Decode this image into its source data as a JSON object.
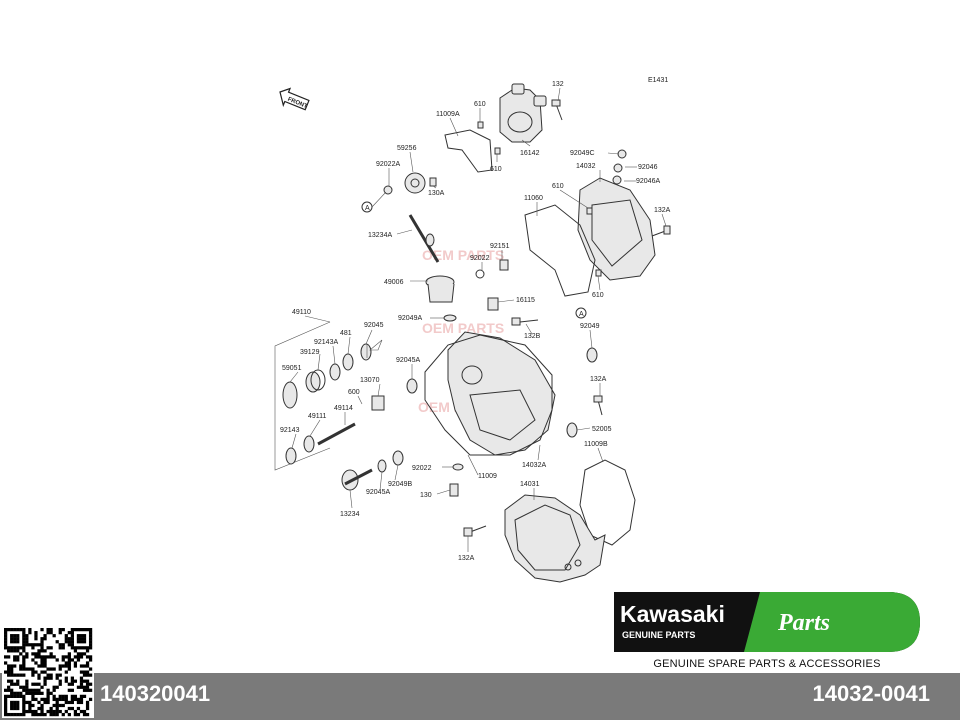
{
  "diagram": {
    "page_code": "E1431",
    "front_label": "FRONT",
    "watermark": "OEM PARTS",
    "labels": {
      "p132": "132",
      "p610a": "610",
      "p11009A": "11009A",
      "p16142": "16142",
      "p610b": "610",
      "p59256": "59256",
      "p92022A": "92022A",
      "p130A": "130A",
      "pA1": "A",
      "p92049C": "92049C",
      "p14032": "14032",
      "p92046": "92046",
      "p92046A": "92046A",
      "p610c": "610",
      "p11060": "11060",
      "p132A_a": "132A",
      "p13234A": "13234A",
      "p92151": "92151",
      "p92022a": "92022",
      "p610d": "610",
      "p49006": "49006",
      "p16115": "16115",
      "p92049A": "92049A",
      "pA2": "A",
      "p132B": "132B",
      "p92049": "92049",
      "p49110": "49110",
      "p92045a": "92045",
      "p481": "481",
      "p92143A": "92143A",
      "p39129": "39129",
      "p92045A_a": "92045A",
      "p59051": "59051",
      "p13070": "13070",
      "p600": "600",
      "p49114": "49114",
      "p49111": "49111",
      "p132A_b": "132A",
      "p52005": "52005",
      "p92143": "92143",
      "p11009B": "11009B",
      "p14032A": "14032A",
      "p92022b": "92022",
      "p11009": "11009",
      "p92049B": "92049B",
      "p92045A_b": "92045A",
      "p130": "130",
      "p14031": "14031",
      "p13234": "13234",
      "p132A_c": "132A"
    }
  },
  "brand": {
    "name": "Kawasaki",
    "sub": "GENUINE PARTS",
    "parts_word": "Parts",
    "tagline": "GENUINE SPARE PARTS & ACCESSORIES",
    "green": "#3aaa35",
    "dark": "#111111"
  },
  "footer": {
    "left_part_number": "140320041",
    "right_part_number": "14032-0041"
  }
}
